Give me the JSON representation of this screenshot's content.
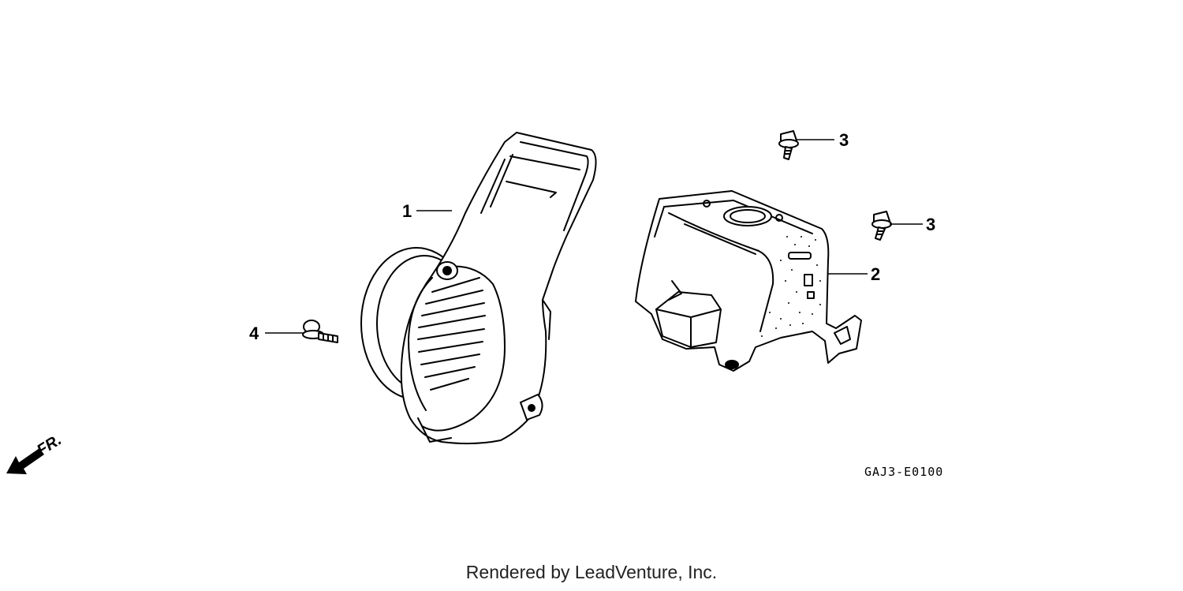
{
  "diagram": {
    "callouts": [
      {
        "id": "1",
        "label": "1"
      },
      {
        "id": "2",
        "label": "2"
      },
      {
        "id": "3a",
        "label": "3"
      },
      {
        "id": "3b",
        "label": "3"
      },
      {
        "id": "4",
        "label": "4"
      }
    ],
    "direction_indicator": {
      "label": "FR.",
      "icon": "front-direction-arrow-icon"
    },
    "diagram_code": "GAJ3-E0100",
    "line_color": "#000000",
    "background_color": "#ffffff"
  },
  "footer": {
    "text": "Rendered by LeadVenture, Inc."
  }
}
